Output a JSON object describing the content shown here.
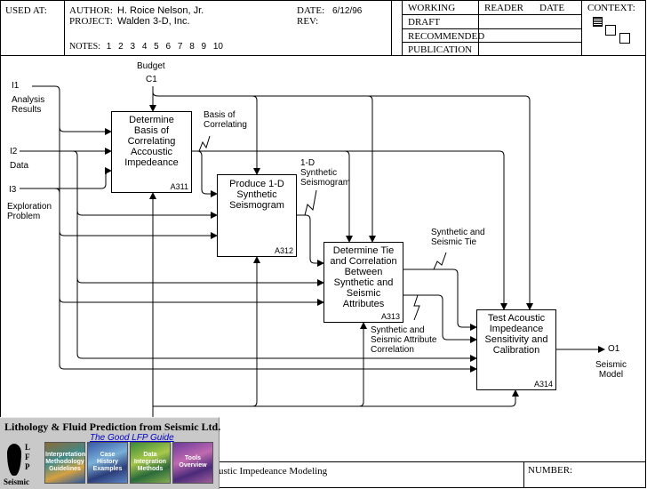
{
  "header": {
    "used_at": "USED AT:",
    "author_label": "AUTHOR:",
    "author": "H. Roice Nelson, Jr.",
    "project_label": "PROJECT:",
    "project": "Walden 3-D, Inc.",
    "date_label": "DATE:",
    "date": "6/12/96",
    "rev_label": "REV:",
    "notes_label": "NOTES:",
    "notes": [
      "1",
      "2",
      "3",
      "4",
      "5",
      "6",
      "7",
      "8",
      "9",
      "10"
    ],
    "status": [
      "WORKING",
      "DRAFT",
      "RECOMMENDED",
      "PUBLICATION"
    ],
    "reader_label": "READER",
    "reader_date_label": "DATE",
    "context_label": "CONTEXT:"
  },
  "diagram": {
    "control_budget": "Budget",
    "control_id": "C1",
    "inputs": [
      {
        "id": "I1",
        "label": "Analysis\nResults"
      },
      {
        "id": "I2",
        "label": "Data"
      },
      {
        "id": "I3",
        "label": "Exploration\nProblem"
      }
    ],
    "output": {
      "id": "O1",
      "label": "Seismic\nModel"
    },
    "boxes": [
      {
        "title": "Determine\nBasis of\nCorrelating\nAccoustic\nImpedeance",
        "num": "A311"
      },
      {
        "title": "Produce 1-D\nSynthetic\nSeismogram",
        "num": "A312"
      },
      {
        "title": "Determine Tie\nand Correlation\nBetween\nSynthetic and\nSeismic\nAttributes",
        "num": "A313"
      },
      {
        "title": "Test Acoustic\nImpedeance\nSensitivity and\nCalibration",
        "num": "A314"
      }
    ],
    "arrow_labels": {
      "basis": "Basis of\nCorrelating",
      "synthetic": "1-D\nSynthetic\nSeismogram",
      "tie": "Synthetic and\nSeismic Tie",
      "attr": "Synthetic and\nSeismic Attribute\nCorrelation"
    }
  },
  "footer": {
    "title_partial": "ustic Impedeance Modeling",
    "number_label": "NUMBER:"
  },
  "banner": {
    "company": "Lithology & Fluid Prediction from Seismic Ltd.",
    "guide_link": "The Good LFP Guide",
    "logo_text": "Seismic",
    "logo_letters": [
      "L",
      "F",
      "P"
    ],
    "tiles": [
      "Interpretation\nMethodology\nGuidelines",
      "Case\nHistory\nExamples",
      "Data\nIntegration\nMethods",
      "Tools\nOverview"
    ]
  }
}
